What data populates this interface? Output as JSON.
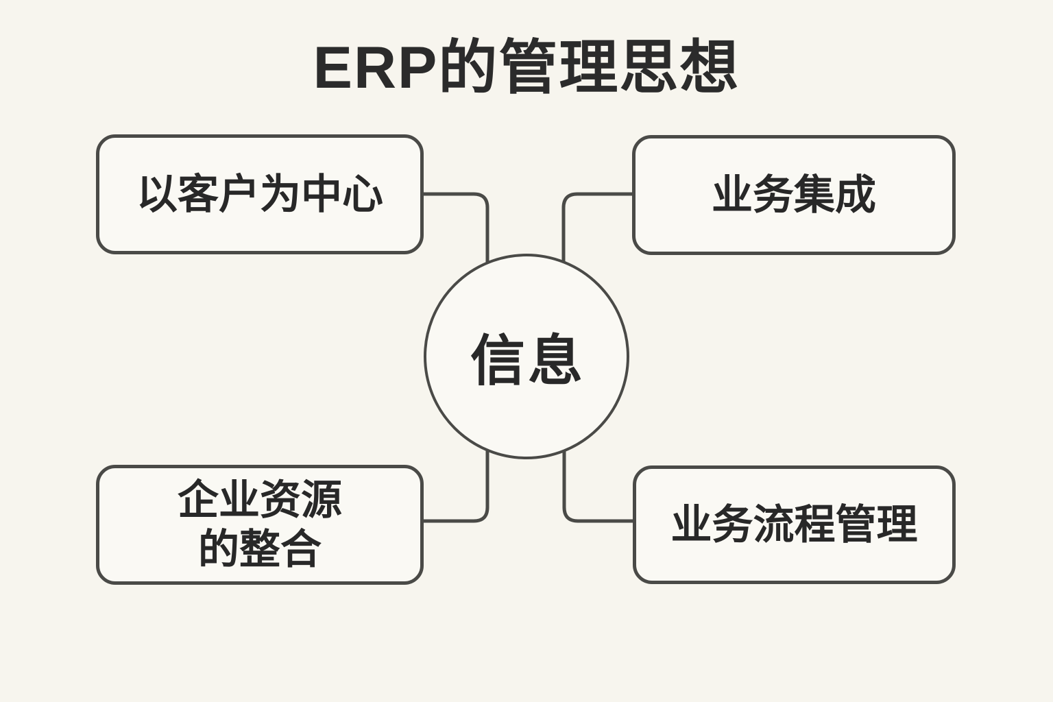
{
  "title": "ERP的管理思想",
  "center": {
    "label": "信息"
  },
  "nodes": [
    {
      "id": "customer-centric",
      "position": "top-left",
      "label": "以客户为中心"
    },
    {
      "id": "business-integration",
      "position": "top-right",
      "label": "业务集成"
    },
    {
      "id": "enterprise-resource-integration",
      "position": "bottom-left",
      "label": "企业资源\n的整合"
    },
    {
      "id": "business-process-management",
      "position": "bottom-right",
      "label": "业务流程管理"
    }
  ],
  "colors": {
    "background": "#f7f5ee",
    "node_fill": "#faf9f4",
    "stroke": "#4a4a47",
    "text": "#282828",
    "title_text": "#2b2b2b"
  }
}
